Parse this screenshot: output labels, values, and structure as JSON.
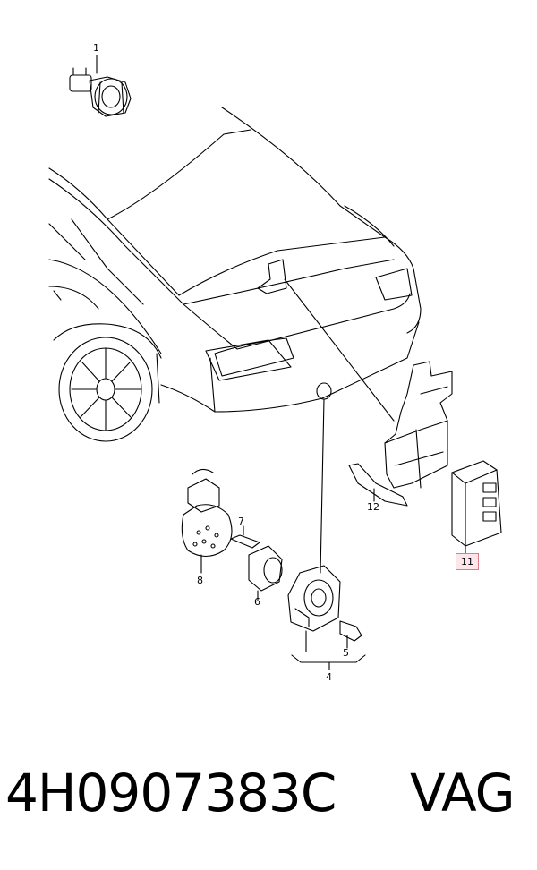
{
  "callouts": {
    "c1": "1",
    "c4": "4",
    "c5": "5",
    "c6": "6",
    "c7": "7",
    "c8": "8",
    "c11": "11",
    "c12": "12"
  },
  "footer": {
    "part_number": "4H0907383C",
    "brand": "VAG"
  },
  "colors": {
    "line": "#000000",
    "highlight_border": "#e07c8a",
    "highlight_fill": "#fde6ea"
  }
}
